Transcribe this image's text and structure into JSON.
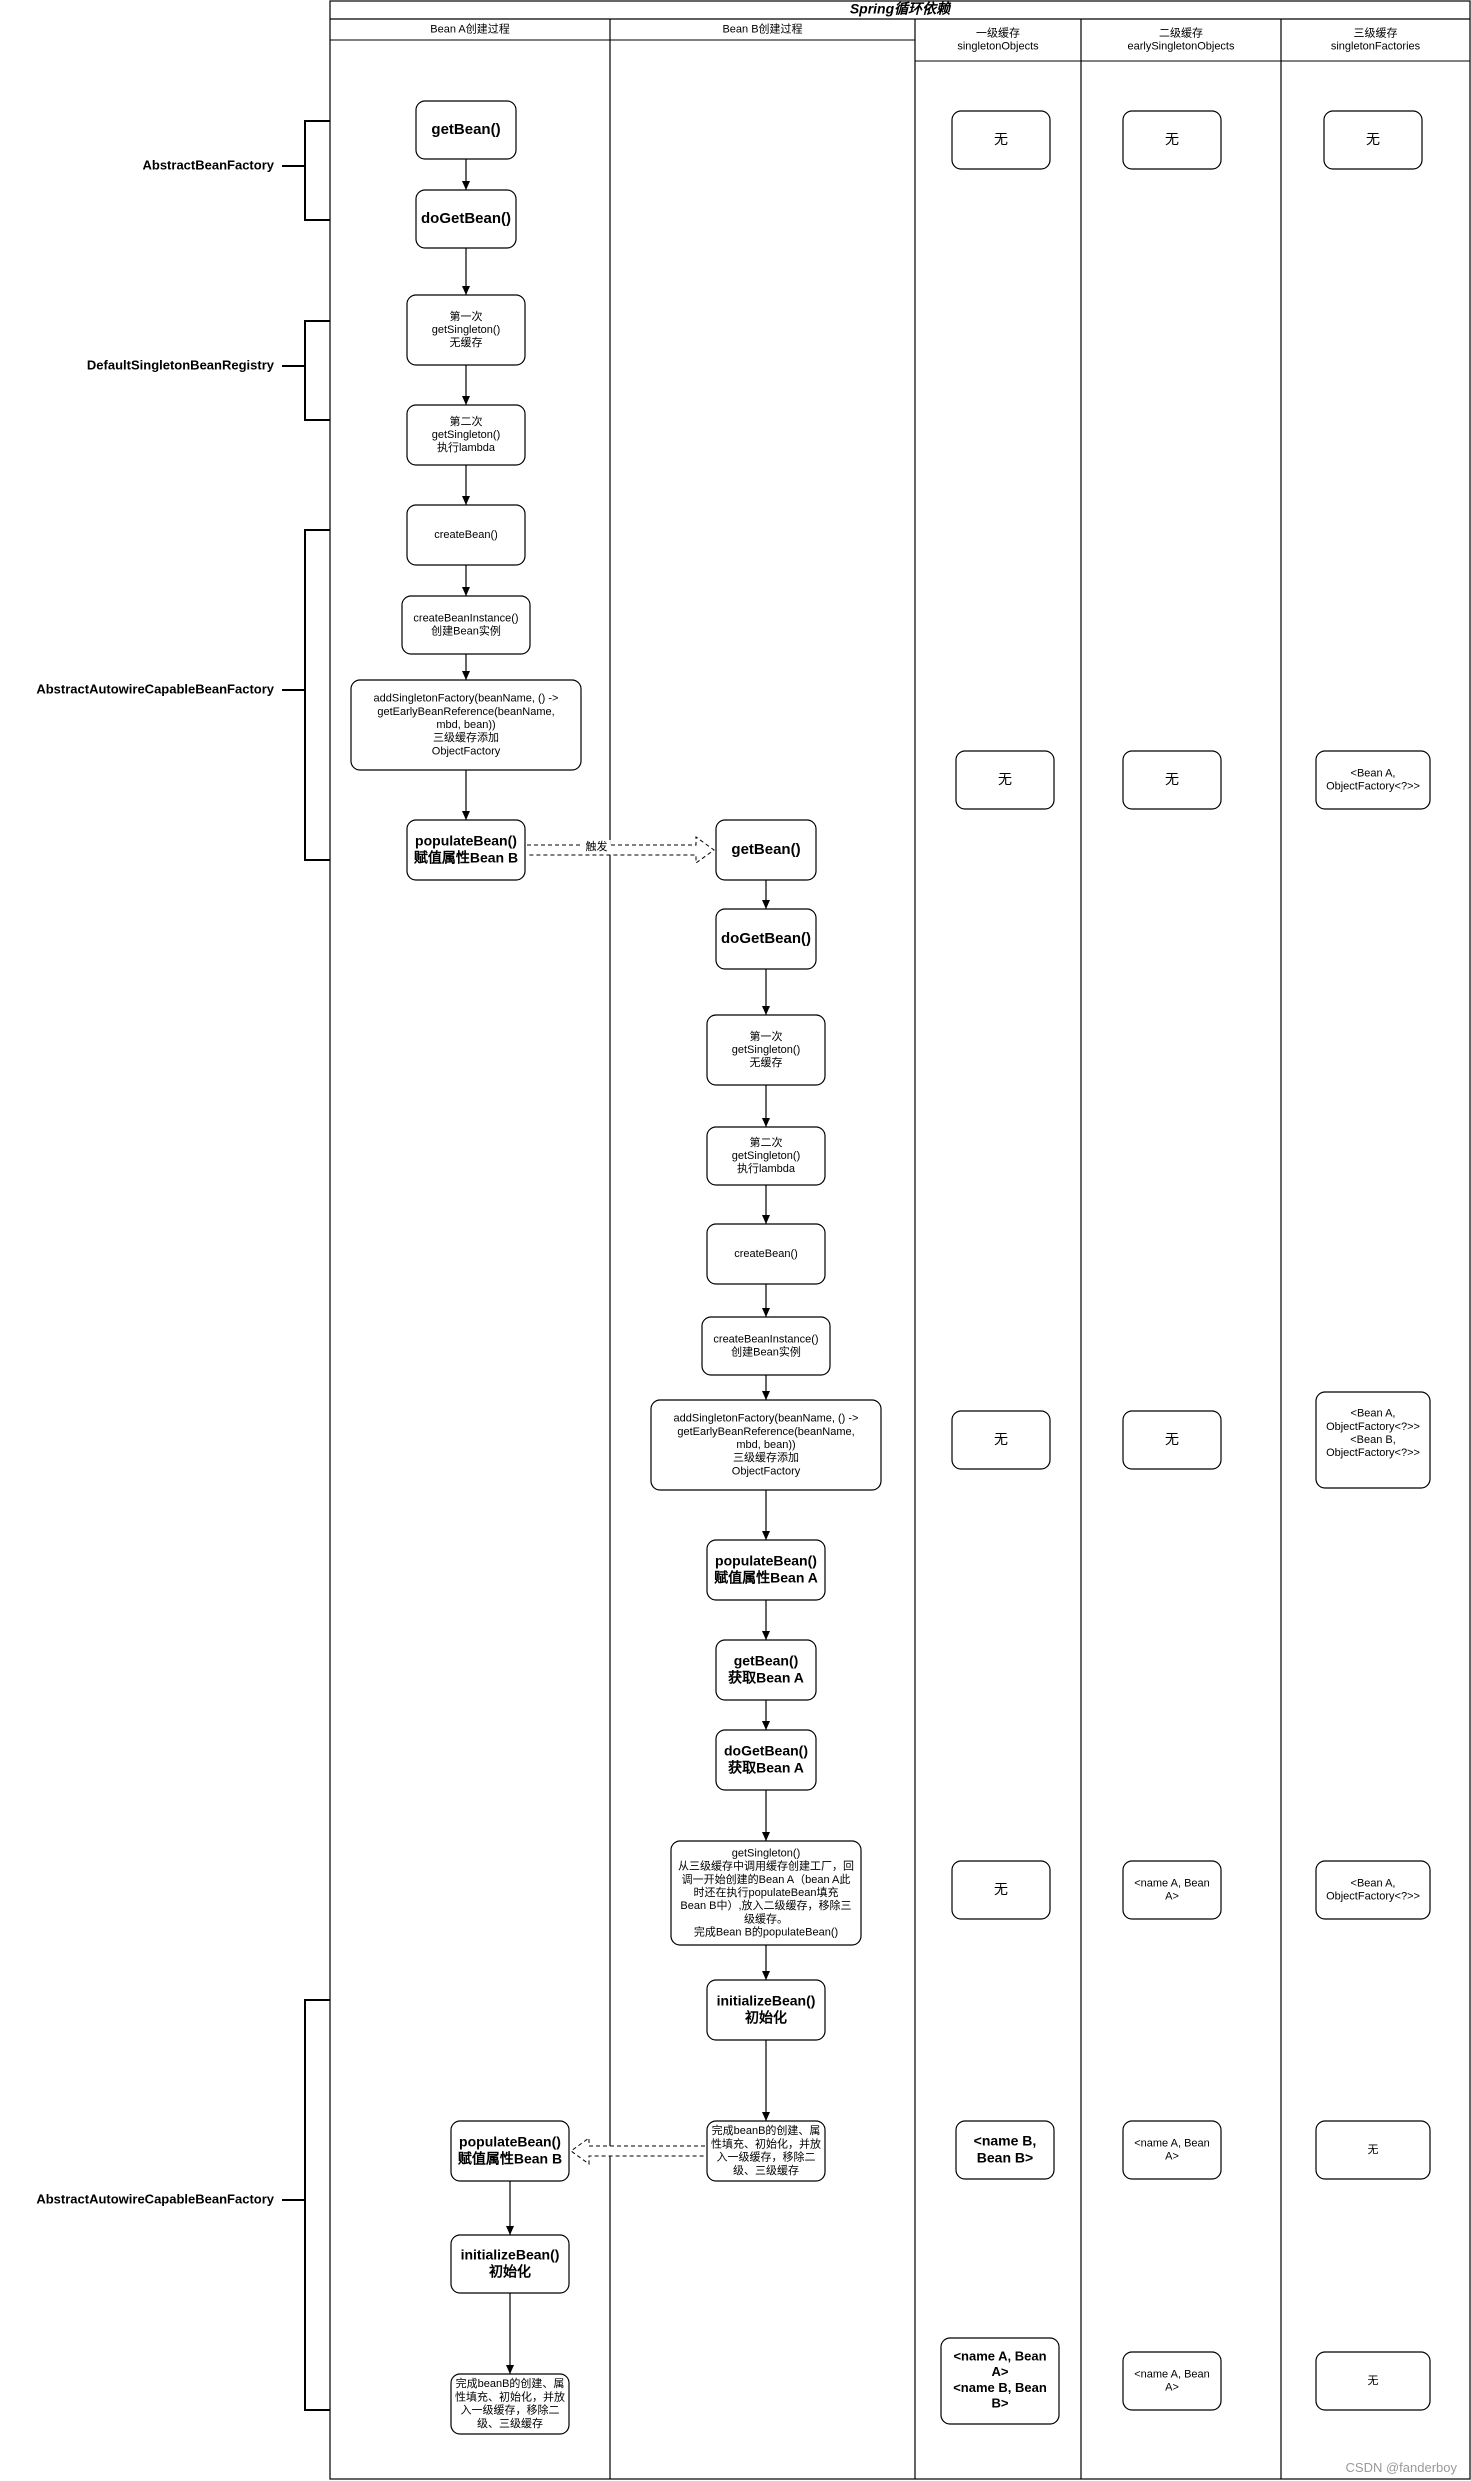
{
  "title": "Spring循环依赖",
  "lanes": [
    {
      "id": "a",
      "header": [
        "Bean A创建过程"
      ]
    },
    {
      "id": "b",
      "header": [
        "Bean B创建过程"
      ]
    },
    {
      "id": "c1",
      "header": [
        "一级缓存",
        "singletonObjects"
      ]
    },
    {
      "id": "c2",
      "header": [
        "二级缓存",
        "earlySingletonObjects"
      ]
    },
    {
      "id": "c3",
      "header": [
        "三级缓存",
        "singletonFactories"
      ]
    }
  ],
  "brackets": [
    {
      "label": "AbstractBeanFactory"
    },
    {
      "label": "DefaultSingletonBeanRegistry"
    },
    {
      "label": "AbstractAutowireCapableBeanFactory"
    },
    {
      "label": "AbstractAutowireCapableBeanFactory"
    }
  ],
  "nodes": {
    "a_getBean": [
      "getBean()"
    ],
    "a_doGetBean": [
      "doGetBean()"
    ],
    "a_getSingleton1": [
      "第一次",
      "getSingleton()",
      "无缓存"
    ],
    "a_getSingleton2": [
      "第二次",
      "getSingleton()",
      "执行lambda"
    ],
    "a_createBean": [
      "createBean()"
    ],
    "a_createBeanInstance": [
      "createBeanInstance()",
      "创建Bean实例"
    ],
    "a_addSingletonFactory": [
      "addSingletonFactory(beanName, () ->",
      "getEarlyBeanReference(beanName,",
      "mbd, bean))",
      "三级缓存添加",
      "ObjectFactory"
    ],
    "a_populateBean": [
      "populateBean()",
      "赋值属性Bean B"
    ],
    "b_getBean": [
      "getBean()"
    ],
    "b_doGetBean": [
      "doGetBean()"
    ],
    "b_getSingleton1": [
      "第一次",
      "getSingleton()",
      "无缓存"
    ],
    "b_getSingleton2": [
      "第二次",
      "getSingleton()",
      "执行lambda"
    ],
    "b_createBean": [
      "createBean()"
    ],
    "b_createBeanInstance": [
      "createBeanInstance()",
      "创建Bean实例"
    ],
    "b_addSingletonFactory": [
      "addSingletonFactory(beanName, () ->",
      "getEarlyBeanReference(beanName,",
      "mbd, bean))",
      "三级缓存添加",
      "ObjectFactory"
    ],
    "b_populateBean": [
      "populateBean()",
      "赋值属性Bean A"
    ],
    "b_getBeanA": [
      "getBean()",
      "获取Bean A"
    ],
    "b_doGetBeanA": [
      "doGetBean()",
      "获取Bean A"
    ],
    "b_getSingletonEarly": [
      "getSingleton()",
      "从三级缓存中调用缓存创建工厂，回",
      "调一开始创建的Bean A（bean A此",
      "时还在执行populateBean填充",
      "Bean B中）,放入二级缓存，移除三",
      "级缓存。",
      "完成Bean B的populateBean()"
    ],
    "b_initializeBean": [
      "initializeBean()",
      "初始化"
    ],
    "b_finish": [
      "完成beanB的创建、属",
      "性填充、初始化，并放",
      "入一级缓存，移除二",
      "级、三级缓存"
    ],
    "a_populateBean2": [
      "populateBean()",
      "赋值属性Bean B"
    ],
    "a_initializeBean": [
      "initializeBean()",
      "初始化"
    ],
    "a_finish": [
      "完成beanB的创建、属",
      "性填充、初始化，并放",
      "入一级缓存，移除二",
      "级、三级缓存"
    ],
    "s1_c1": [
      "无"
    ],
    "s1_c2": [
      "无"
    ],
    "s1_c3": [
      "无"
    ],
    "s2_c1": [
      "无"
    ],
    "s2_c2": [
      "无"
    ],
    "s2_c3": [
      "<Bean A,",
      "ObjectFactory<?>>"
    ],
    "s3_c1": [
      "无"
    ],
    "s3_c2": [
      "无"
    ],
    "s3_c3": [
      "<Bean A,",
      "ObjectFactory<?>>",
      "",
      "<Bean B,",
      "ObjectFactory<?>>"
    ],
    "s4_c1": [
      "无"
    ],
    "s4_c2": [
      "<name A, Bean",
      "A>"
    ],
    "s4_c3": [
      "<Bean A,",
      "ObjectFactory<?>>"
    ],
    "s5_c1": [
      "<name B,",
      "Bean B>"
    ],
    "s5_c2": [
      "<name A, Bean",
      "A>"
    ],
    "s5_c3": [
      "无"
    ],
    "s6_c1": [
      "<name A, Bean",
      "A>",
      "<name B, Bean",
      "B>"
    ],
    "s6_c2": [
      "<name A, Bean",
      "A>"
    ],
    "s6_c3": [
      "无"
    ]
  },
  "edge_labels": {
    "trigger": "触发"
  },
  "watermark": "CSDN @fanderboy"
}
